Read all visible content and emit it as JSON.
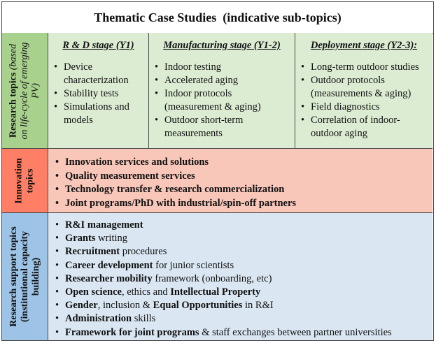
{
  "title": "Thematic Case Studies  (indicative sub-topics)",
  "rows": {
    "research": {
      "label": "Research topics",
      "sub1": "(based",
      "sub2": "on life-cycle of emerging",
      "sub3": "PV)",
      "color": "#a9d18e",
      "columns": [
        {
          "header": "R & D stage (Y1)",
          "items": [
            "Device characterization",
            "Stability tests",
            "Simulations and models"
          ]
        },
        {
          "header": "Manufacturing stage (Y1-2)",
          "items": [
            "Indoor testing",
            "Accelerated aging",
            "Indoor protocols (measurement & aging)",
            "Outdoor short-term measurements"
          ]
        },
        {
          "header": "Deployment stage (Y2-3):",
          "items": [
            "Long-term outdoor studies",
            "Outdoor protocols (measurements & aging)",
            "Field diagnostics",
            "Correlation of indoor-outdoor aging"
          ]
        }
      ]
    },
    "innovation": {
      "label1": "Innovation",
      "label2": "topics",
      "color": "#ff7f66",
      "panel_color": "#f8c7b9",
      "items": [
        "Innovation services and solutions",
        "Quality measurement services",
        "Technology transfer & research commercialization",
        "Joint programs/PhD with industrial/spin-off partners"
      ]
    },
    "support": {
      "label1": "Research support topics",
      "label2": "(institutional capacity",
      "label3": "building)",
      "color": "#9dc3e6",
      "panel_color": "#dae7f3",
      "items": [
        [
          "R&I management",
          ""
        ],
        [
          "Grants",
          " writing"
        ],
        [
          "Recruitment",
          " procedures"
        ],
        [
          "Career development",
          " for junior scientists"
        ],
        [
          "Researcher mobility",
          " framework (onboarding, etc)"
        ],
        [
          "Open science",
          ", ethics and ",
          "Intellectual Property"
        ],
        [
          "Gender",
          ", inclusion & ",
          "Equal Opportunities",
          " in R&I"
        ],
        [
          "Administration",
          " skills"
        ],
        [
          "Framework for joint programs",
          " & staff exchanges between partner universities"
        ]
      ]
    }
  }
}
